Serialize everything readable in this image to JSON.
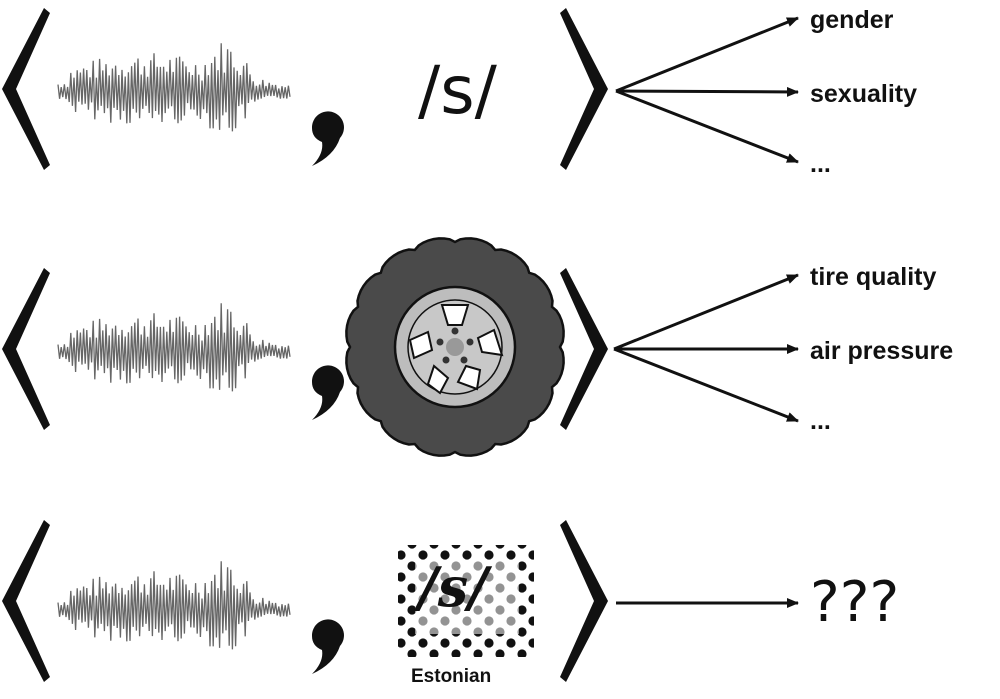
{
  "rows": [
    {
      "content": "/s/",
      "outputs": [
        "gender",
        "sexuality",
        "..."
      ]
    },
    {
      "content_icon": "tire-icon",
      "outputs": [
        "tire quality",
        "air pressure",
        "..."
      ]
    },
    {
      "content": "/s/",
      "content_caption": "Estonian",
      "outputs": [
        "???"
      ]
    }
  ],
  "colors": {
    "ink": "#111111",
    "waveform": "#666666",
    "tire": "#4a4a4a",
    "rim": "#bdbdbd"
  }
}
